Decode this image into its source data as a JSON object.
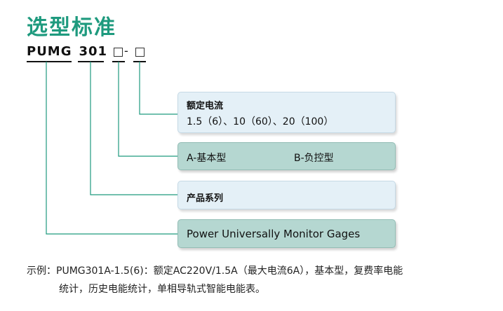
{
  "title": "选型标准",
  "model": {
    "prefix": "PUMG",
    "number": "301",
    "separator": "-"
  },
  "boxes": {
    "current": {
      "title": "额定电流",
      "text": "1.5（6）、10（60）、20（100）"
    },
    "type": {
      "option_a": "A-基本型",
      "option_b": "B-负控型"
    },
    "series": {
      "title": "产品系列"
    },
    "name": {
      "text": "Power Universally Monitor Gages"
    }
  },
  "example": {
    "line1": "示例：PUMG301A-1.5(6)：额定AC220V/1.5A（最大电流6A），基本型，复费率电能",
    "line2": "统计，历史电能统计，单相导轨式智能电能表。"
  },
  "colors": {
    "title": "#1e9a7e",
    "box_light": "#e4f0f7",
    "box_teal": "#b5d7d1",
    "lines": "#1e9a7e"
  }
}
